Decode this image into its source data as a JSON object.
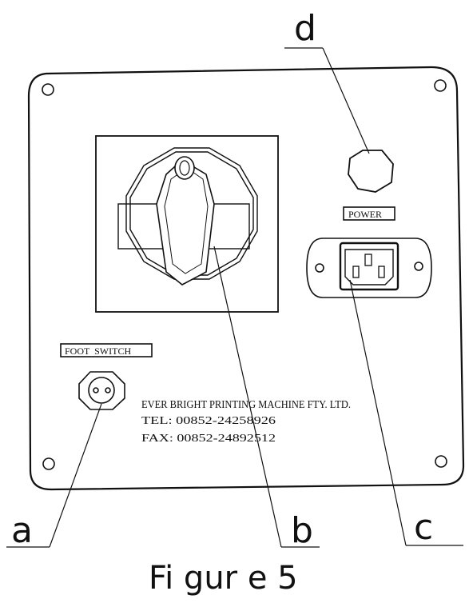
{
  "callouts": {
    "a": "a",
    "b": "b",
    "c": "c",
    "d": "d"
  },
  "labels": {
    "foot_switch": "FOOT  SWITCH",
    "power": "POWER"
  },
  "maker": {
    "company": "EVER BRIGHT PRINTING MACHINE FTY.  LTD.",
    "tel": "TEL: 00852-24258926",
    "fax": "FAX: 00852-24892512"
  },
  "caption": "Fi gur e 5"
}
